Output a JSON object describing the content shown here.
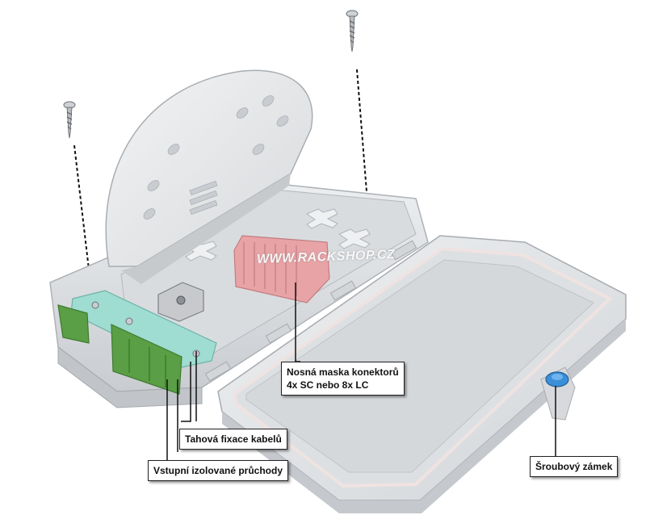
{
  "watermark": "WWW.RACKSHOP.CZ",
  "callouts": {
    "mask_line1": "Nosná maska konektorů",
    "mask_line2": "4x SC nebo 8x LC",
    "cable_fix": "Tahová fixace kabelů",
    "entry_ports": "Vstupní izolované průchody",
    "screw_lock": "Šroubový zámek"
  },
  "colors": {
    "housing": "#e2e4e6",
    "housing_shadow": "#c4c7ca",
    "connector_mask": "#e8a3a6",
    "cable_fix_bar": "#9fdcd2",
    "entry_seal": "#5a9e46",
    "lock_knob": "#3b8fd8"
  },
  "icons": [
    "screw-icon",
    "screw-icon"
  ]
}
